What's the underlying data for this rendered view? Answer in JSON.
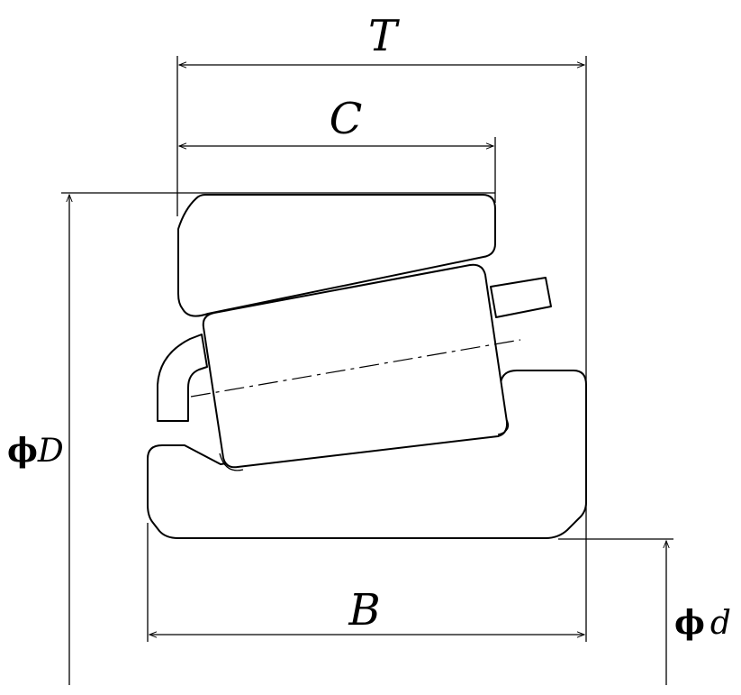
{
  "labels": {
    "T": "T",
    "C": "C",
    "D": "D",
    "B": "B",
    "d": "d",
    "phi_symbol": "ϕ"
  },
  "colors": {
    "stroke": "#000000",
    "background": "#ffffff"
  }
}
